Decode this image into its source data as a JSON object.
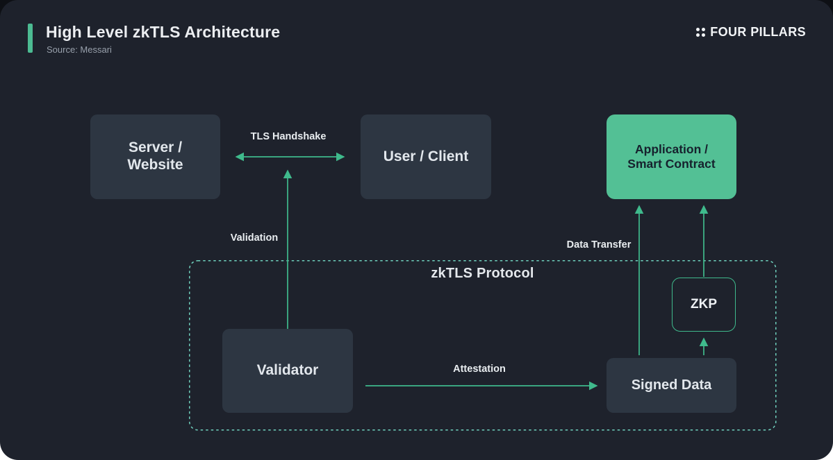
{
  "header": {
    "title": "High Level zkTLS Architecture",
    "source": "Source: Messari",
    "brand": "FOUR PILLARS"
  },
  "group": {
    "label": "zkTLS Protocol"
  },
  "nodes": {
    "server": {
      "line1": "Server /",
      "line2": "Website"
    },
    "user": {
      "label": "User / Client"
    },
    "application": {
      "line1": "Application /",
      "line2": "Smart Contract"
    },
    "validator": {
      "label": "Validator"
    },
    "zkp": {
      "label": "ZKP"
    },
    "signed_data": {
      "label": "Signed Data"
    }
  },
  "edges": {
    "tls_handshake": {
      "label": "TLS Handshake",
      "from": "server",
      "to": "user",
      "direction": "bidirectional"
    },
    "validation": {
      "label": "Validation",
      "from": "validator",
      "to": "tls_handshake",
      "direction": "up"
    },
    "attestation": {
      "label": "Attestation",
      "from": "validator",
      "to": "signed_data",
      "direction": "right"
    },
    "data_transfer": {
      "label": "Data Transfer",
      "from": "signed_data",
      "to": "application",
      "direction": "up"
    },
    "proof_generation": {
      "from": "signed_data",
      "to": "zkp",
      "direction": "up"
    },
    "proof_submission": {
      "from": "zkp",
      "to": "application",
      "direction": "up"
    }
  },
  "colors": {
    "card_background": "#1e222c",
    "node_fill": "#2d3642",
    "accent_green": "#53c095",
    "arrow_green": "#3fba8c",
    "dashed_border": "#6fd0bd",
    "title_text": "#eceef1",
    "muted_text": "#98a0ab"
  }
}
